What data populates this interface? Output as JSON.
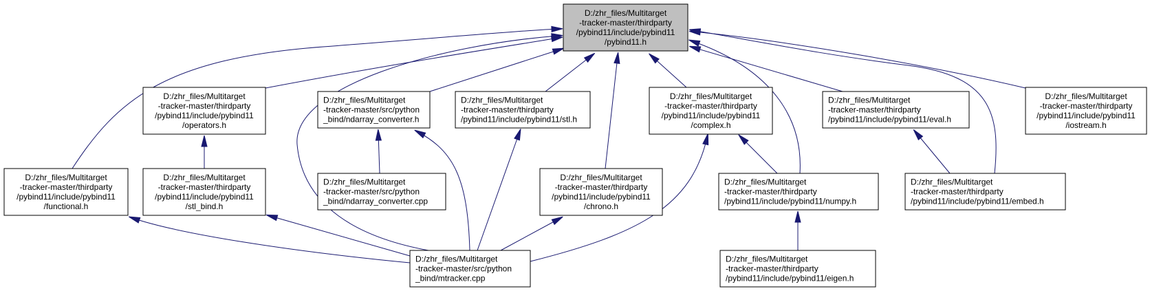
{
  "nodes": [
    {
      "id": "pybind11_h",
      "lines": [
        "D:/zhr_files/Multitarget",
        "-tracker-master/thirdparty",
        "/pybind11/include/pybind11",
        "/pybind11.h"
      ],
      "root": true
    },
    {
      "id": "functional_h",
      "lines": [
        "D:/zhr_files/Multitarget",
        "-tracker-master/thirdparty",
        "/pybind11/include/pybind11",
        "/functional.h"
      ]
    },
    {
      "id": "operators_h",
      "lines": [
        "D:/zhr_files/Multitarget",
        "-tracker-master/thirdparty",
        "/pybind11/include/pybind11",
        "/operators.h"
      ]
    },
    {
      "id": "stl_bind_h",
      "lines": [
        "D:/zhr_files/Multitarget",
        "-tracker-master/thirdparty",
        "/pybind11/include/pybind11",
        "/stl_bind.h"
      ]
    },
    {
      "id": "ndarray_converter_h",
      "lines": [
        "D:/zhr_files/Multitarget",
        "-tracker-master/src/python",
        "_bind/ndarray_converter.h"
      ]
    },
    {
      "id": "ndarray_converter_cpp",
      "lines": [
        "D:/zhr_files/Multitarget",
        "-tracker-master/src/python",
        "_bind/ndarray_converter.cpp"
      ]
    },
    {
      "id": "stl_h",
      "lines": [
        "D:/zhr_files/Multitarget",
        "-tracker-master/thirdparty",
        "/pybind11/include/pybind11/stl.h"
      ]
    },
    {
      "id": "chrono_h",
      "lines": [
        "D:/zhr_files/Multitarget",
        "-tracker-master/thirdparty",
        "/pybind11/include/pybind11",
        "/chrono.h"
      ]
    },
    {
      "id": "mtracker_cpp",
      "lines": [
        "D:/zhr_files/Multitarget",
        "-tracker-master/src/python",
        "_bind/mtracker.cpp"
      ]
    },
    {
      "id": "complex_h",
      "lines": [
        "D:/zhr_files/Multitarget",
        "-tracker-master/thirdparty",
        "/pybind11/include/pybind11",
        "/complex.h"
      ]
    },
    {
      "id": "numpy_h",
      "lines": [
        "D:/zhr_files/Multitarget",
        "-tracker-master/thirdparty",
        "/pybind11/include/pybind11/numpy.h"
      ]
    },
    {
      "id": "eigen_h",
      "lines": [
        "D:/zhr_files/Multitarget",
        "-tracker-master/thirdparty",
        "/pybind11/include/pybind11/eigen.h"
      ]
    },
    {
      "id": "eval_h",
      "lines": [
        "D:/zhr_files/Multitarget",
        "-tracker-master/thirdparty",
        "/pybind11/include/pybind11/eval.h"
      ]
    },
    {
      "id": "embed_h",
      "lines": [
        "D:/zhr_files/Multitarget",
        "-tracker-master/thirdparty",
        "/pybind11/include/pybind11/embed.h"
      ]
    },
    {
      "id": "iostream_h",
      "lines": [
        "D:/zhr_files/Multitarget",
        "-tracker-master/thirdparty",
        "/pybind11/include/pybind11",
        "/iostream.h"
      ]
    }
  ],
  "edges": [
    {
      "from": "functional_h",
      "to": "pybind11_h"
    },
    {
      "from": "operators_h",
      "to": "pybind11_h"
    },
    {
      "from": "mtracker_cpp",
      "to": "pybind11_h"
    },
    {
      "from": "ndarray_converter_h",
      "to": "pybind11_h"
    },
    {
      "from": "stl_h",
      "to": "pybind11_h"
    },
    {
      "from": "chrono_h",
      "to": "pybind11_h"
    },
    {
      "from": "complex_h",
      "to": "pybind11_h"
    },
    {
      "from": "numpy_h",
      "to": "pybind11_h"
    },
    {
      "from": "eval_h",
      "to": "pybind11_h"
    },
    {
      "from": "embed_h",
      "to": "pybind11_h"
    },
    {
      "from": "iostream_h",
      "to": "pybind11_h"
    },
    {
      "from": "stl_bind_h",
      "to": "operators_h"
    },
    {
      "from": "ndarray_converter_cpp",
      "to": "ndarray_converter_h"
    },
    {
      "from": "mtracker_cpp",
      "to": "ndarray_converter_h"
    },
    {
      "from": "mtracker_cpp",
      "to": "stl_h"
    },
    {
      "from": "mtracker_cpp",
      "to": "functional_h"
    },
    {
      "from": "mtracker_cpp",
      "to": "stl_bind_h"
    },
    {
      "from": "mtracker_cpp",
      "to": "chrono_h"
    },
    {
      "from": "mtracker_cpp",
      "to": "complex_h"
    },
    {
      "from": "numpy_h",
      "to": "complex_h"
    },
    {
      "from": "eigen_h",
      "to": "numpy_h"
    },
    {
      "from": "embed_h",
      "to": "eval_h"
    }
  ],
  "colors": {
    "edge": "#191970",
    "root_fill": "#bfbfbf",
    "node_fill": "#ffffff",
    "node_border": "#000000"
  }
}
